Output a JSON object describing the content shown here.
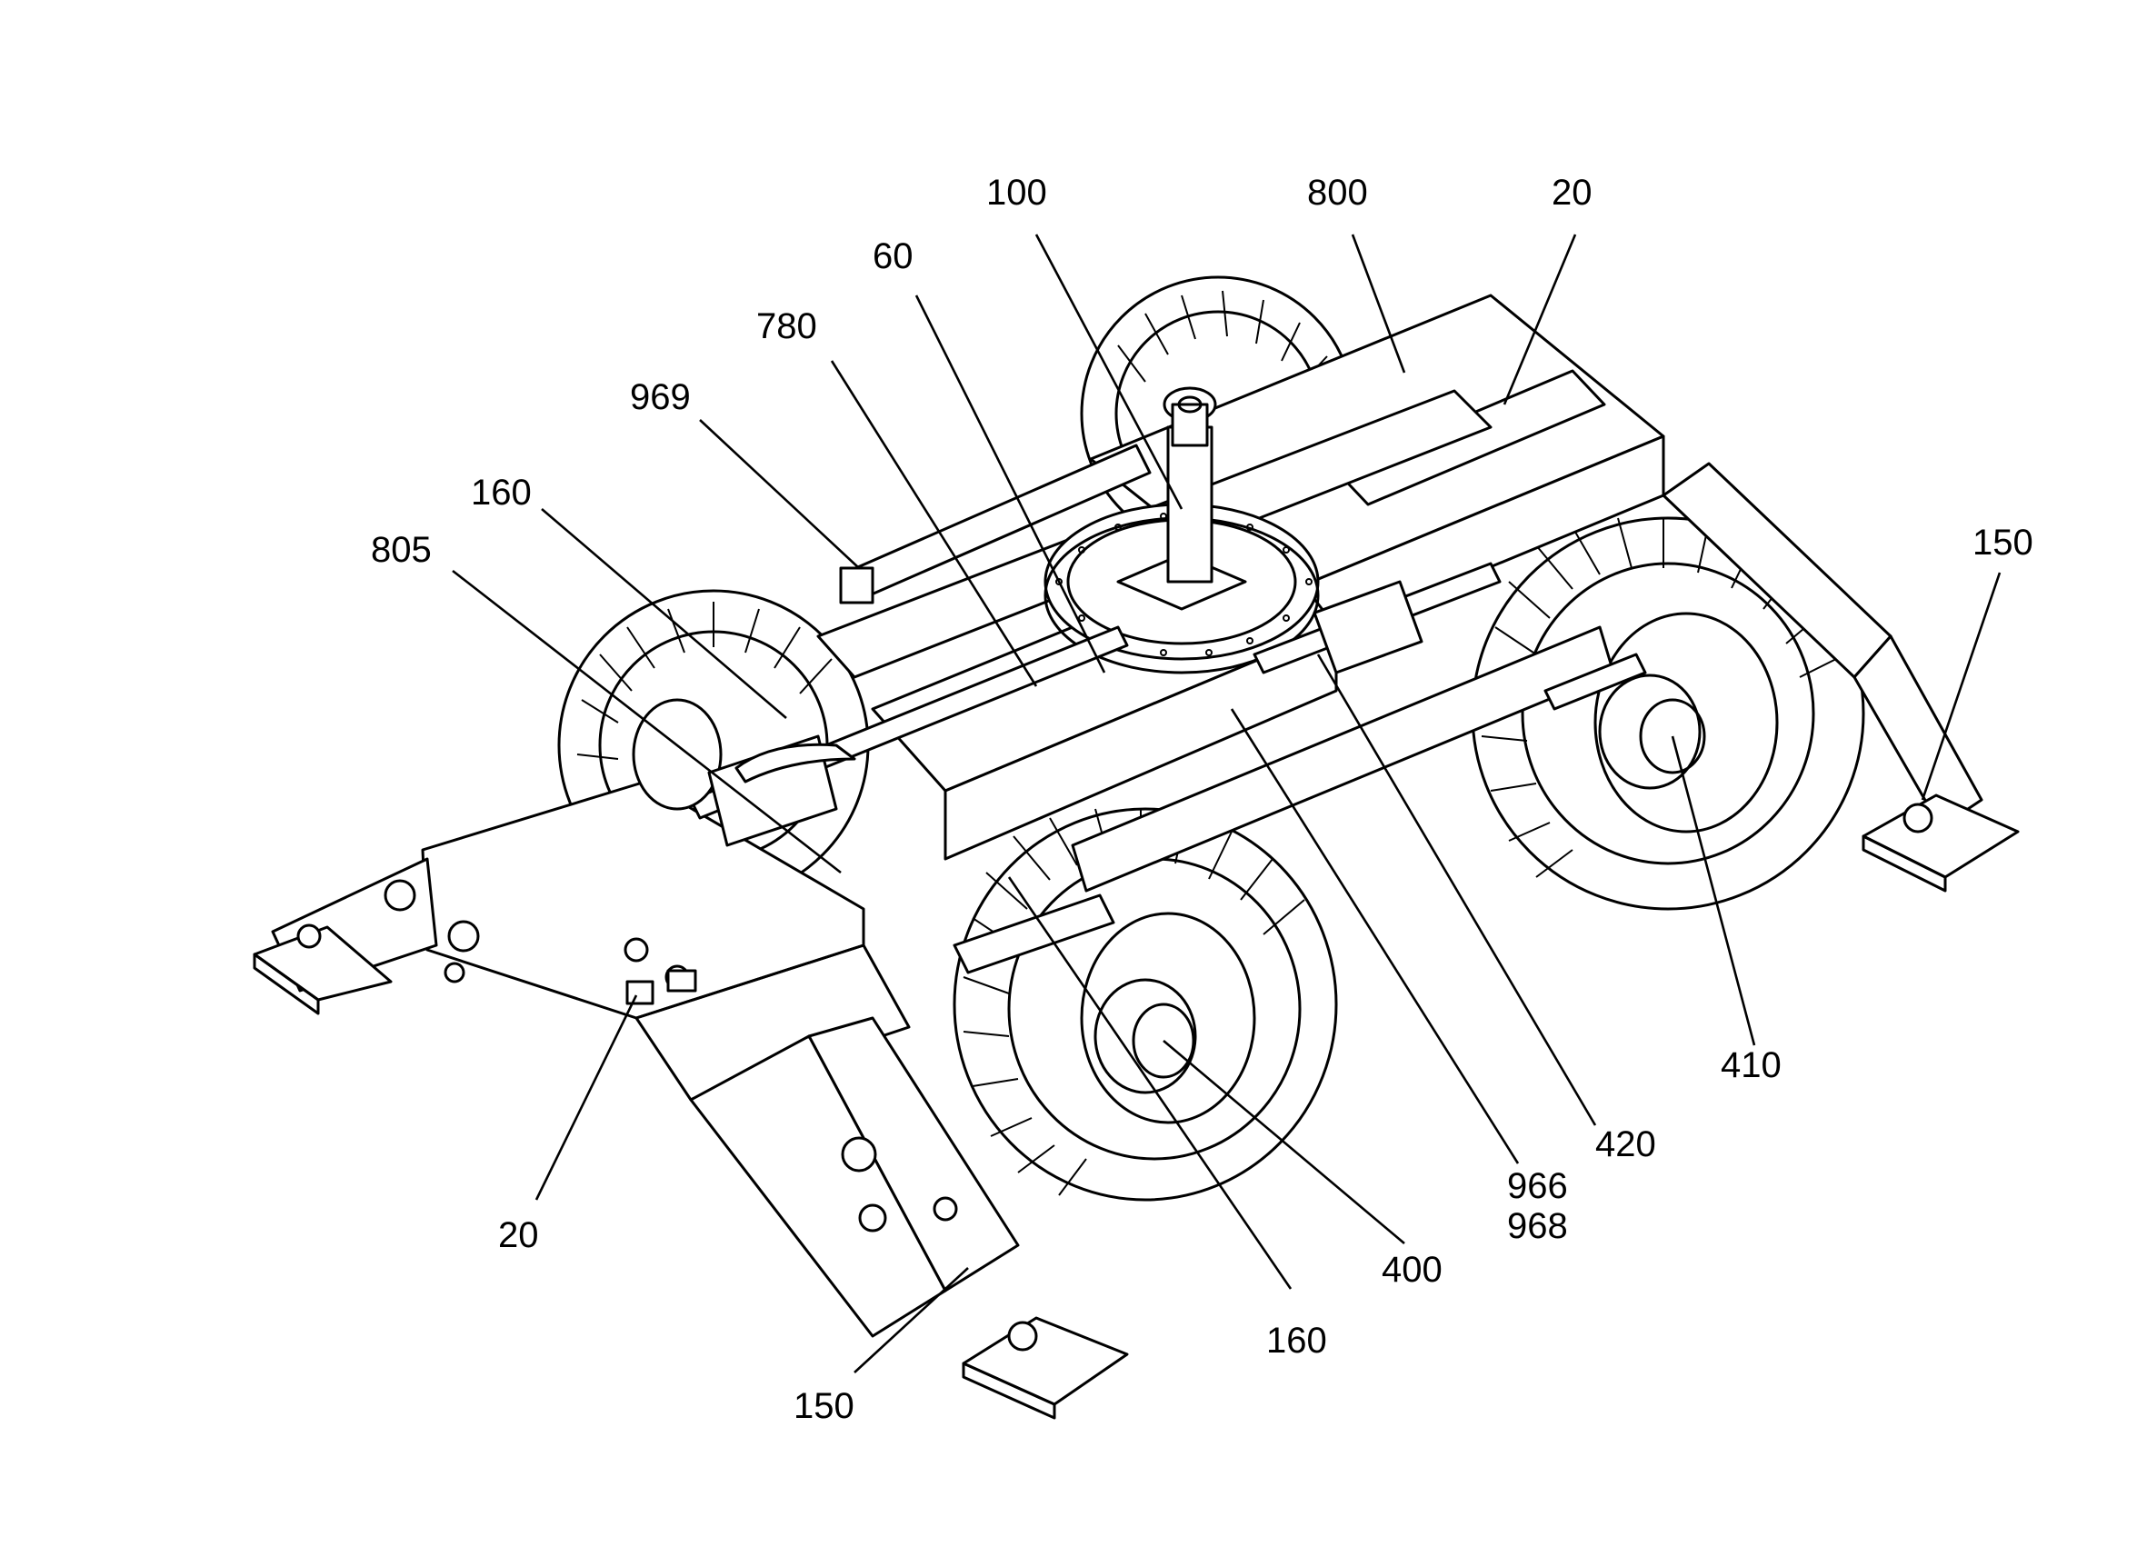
{
  "callouts": {
    "c100": "100",
    "c800": "800",
    "c20_top": "20",
    "c60": "60",
    "c780": "780",
    "c969": "969",
    "c160_top": "160",
    "c805": "805",
    "c150_right": "150",
    "c410": "410",
    "c420": "420",
    "c966": "966",
    "c968": "968",
    "c400": "400",
    "c160_bottom": "160",
    "c150_bottom": "150",
    "c20_bottom": "20"
  }
}
